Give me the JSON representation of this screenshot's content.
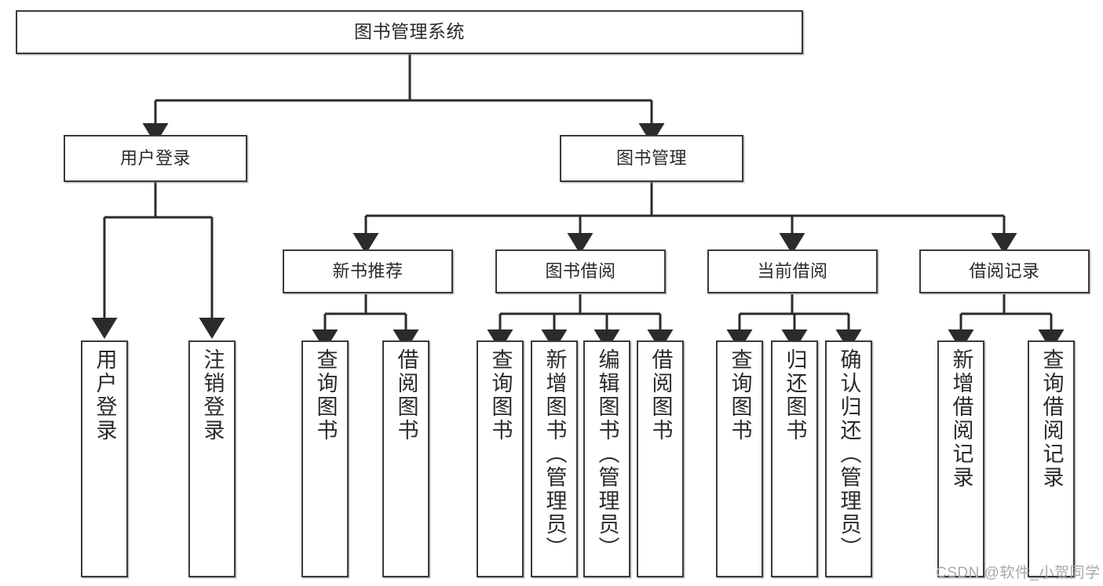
{
  "diagram": {
    "title": "图书管理系统",
    "type": "hierarchy-tree",
    "watermark": "CSDN @软件_小贺同学",
    "colors": {
      "box_border": "#3a3a3a",
      "box_fill": "#ffffff",
      "connector": "#2b2b2b",
      "text": "#2a2a2a",
      "watermark": "#a9a9a9"
    },
    "nodes": {
      "root": {
        "label": "图书管理系统"
      },
      "level1": [
        {
          "label": "用户登录"
        },
        {
          "label": "图书管理"
        }
      ],
      "level2": [
        {
          "label": "新书推荐"
        },
        {
          "label": "图书借阅"
        },
        {
          "label": "当前借阅"
        },
        {
          "label": "借阅记录"
        }
      ],
      "leaves": {
        "user_login": [
          {
            "label": "用户登录"
          },
          {
            "label": "注销登录"
          }
        ],
        "new_book": [
          {
            "label": "查询图书"
          },
          {
            "label": "借阅图书"
          }
        ],
        "book_borrow": [
          {
            "label": "查询图书"
          },
          {
            "label": "新增图书（管理员）"
          },
          {
            "label": "编辑图书（管理员）"
          },
          {
            "label": "借阅图书"
          }
        ],
        "current_borrow": [
          {
            "label": "查询图书"
          },
          {
            "label": "归还图书"
          },
          {
            "label": "确认归还（管理员）"
          }
        ],
        "borrow_record": [
          {
            "label": "新增借阅记录"
          },
          {
            "label": "查询借阅记录"
          }
        ]
      }
    }
  }
}
